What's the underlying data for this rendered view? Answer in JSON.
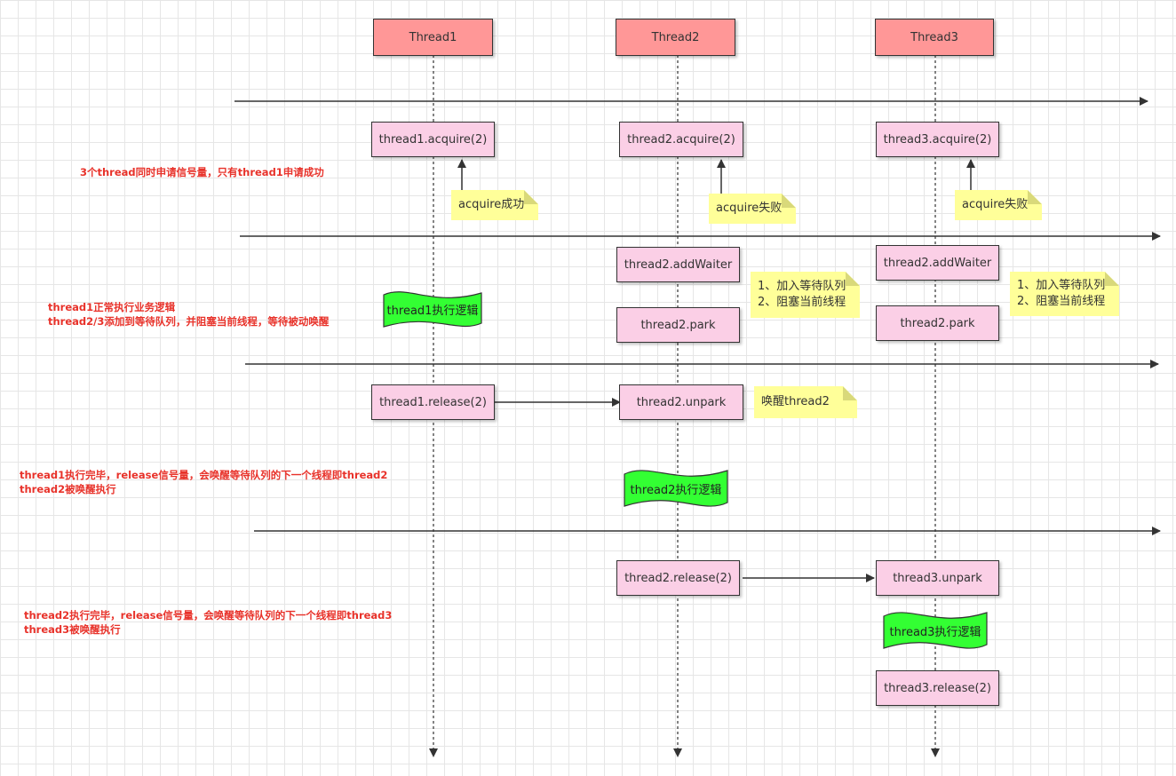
{
  "lifelines": {
    "t1": "Thread1",
    "t2": "Thread2",
    "t3": "Thread3"
  },
  "phase1": {
    "t1_acquire": "thread1.acquire(2)",
    "t2_acquire": "thread2.acquire(2)",
    "t3_acquire": "thread3.acquire(2)",
    "note_t1": "acquire成功",
    "note_t2": "acquire失败",
    "note_t3": "acquire失败",
    "desc": "3个thread同时申请信号量，只有thread1申请成功"
  },
  "phase2": {
    "t1_logic": "thread1执行逻辑",
    "t2_add_waiter": "thread2.addWaiter",
    "t2_park": "thread2.park",
    "t3_add_waiter": "thread2.addWaiter",
    "t3_park": "thread2.park",
    "note_t2_line1": "1、加入等待队列",
    "note_t2_line2": "2、阻塞当前线程",
    "note_t3_line1": "1、加入等待队列",
    "note_t3_line2": "2、阻塞当前线程",
    "desc_line1": "thread1正常执行业务逻辑",
    "desc_line2": "thread2/3添加到等待队列，并阻塞当前线程，等待被动唤醒"
  },
  "phase3": {
    "t1_release": "thread1.release(2)",
    "t2_unpark": "thread2.unpark",
    "note_wake": "唤醒thread2",
    "t2_logic": "thread2执行逻辑",
    "desc_line1": "thread1执行完毕，release信号量，会唤醒等待队列的下一个线程即thread2",
    "desc_line2": "thread2被唤醒执行"
  },
  "phase4": {
    "t2_release": "thread2.release(2)",
    "t3_unpark": "thread3.unpark",
    "t3_logic": "thread3执行逻辑",
    "t3_release": "thread3.release(2)",
    "desc_line1": "thread2执行完毕，release信号量，会唤醒等待队列的下一个线程即thread3",
    "desc_line2": "thread3被唤醒执行"
  },
  "colors": {
    "lifeline_head": "#ff9797",
    "action_box": "#fbcfe6",
    "logic_wave": "#33ff33",
    "note": "#ffff99",
    "phase_text": "#e8322a"
  }
}
